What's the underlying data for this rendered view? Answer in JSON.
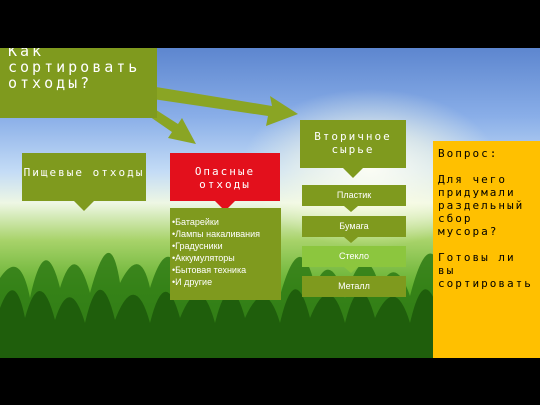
{
  "title": "Как сортировать отходы?",
  "nodes": {
    "food_waste": "Пищевые отходы",
    "hazardous_waste": "Опасные отходы",
    "secondary_raw": "Вторичное сырье"
  },
  "hazardous_list": [
    "•Батарейки",
    "•Лампы накаливания",
    "•Градусники",
    "•Аккумуляторы",
    "•Бытовая техника",
    "•И другие"
  ],
  "secondary_categories": [
    "Пластик",
    "Бумага",
    "Стекло",
    "Металл"
  ],
  "question": {
    "label": "Вопрос:",
    "text": "Для чего придумали раздельный сбор мусора?",
    "text2": "Готовы ли вы сортировать"
  },
  "colors": {
    "olive": "#7f9a1e",
    "red": "#e3101c",
    "glass_green": "#8cc63e",
    "question_yellow": "#ffc000"
  }
}
